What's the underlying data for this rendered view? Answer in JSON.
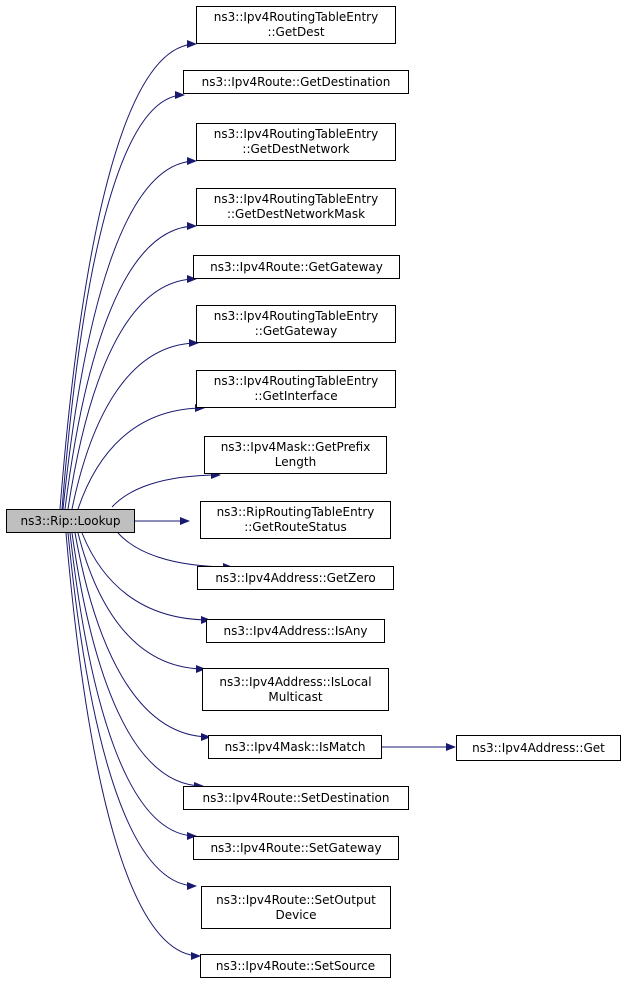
{
  "root": {
    "label": "ns3::Rip::Lookup"
  },
  "callees": [
    {
      "lines": [
        "ns3::Ipv4RoutingTableEntry",
        "::GetDest"
      ]
    },
    {
      "lines": [
        "ns3::Ipv4Route::GetDestination"
      ]
    },
    {
      "lines": [
        "ns3::Ipv4RoutingTableEntry",
        "::GetDestNetwork"
      ]
    },
    {
      "lines": [
        "ns3::Ipv4RoutingTableEntry",
        "::GetDestNetworkMask"
      ]
    },
    {
      "lines": [
        "ns3::Ipv4Route::GetGateway"
      ]
    },
    {
      "lines": [
        "ns3::Ipv4RoutingTableEntry",
        "::GetGateway"
      ]
    },
    {
      "lines": [
        "ns3::Ipv4RoutingTableEntry",
        "::GetInterface"
      ]
    },
    {
      "lines": [
        "ns3::Ipv4Mask::GetPrefix",
        "Length"
      ]
    },
    {
      "lines": [
        "ns3::RipRoutingTableEntry",
        "::GetRouteStatus"
      ]
    },
    {
      "lines": [
        "ns3::Ipv4Address::GetZero"
      ]
    },
    {
      "lines": [
        "ns3::Ipv4Address::IsAny"
      ]
    },
    {
      "lines": [
        "ns3::Ipv4Address::IsLocal",
        "Multicast"
      ]
    },
    {
      "lines": [
        "ns3::Ipv4Mask::IsMatch"
      ]
    },
    {
      "lines": [
        "ns3::Ipv4Route::SetDestination"
      ]
    },
    {
      "lines": [
        "ns3::Ipv4Route::SetGateway"
      ]
    },
    {
      "lines": [
        "ns3::Ipv4Route::SetOutput",
        "Device"
      ]
    },
    {
      "lines": [
        "ns3::Ipv4Route::SetSource"
      ]
    }
  ],
  "secondary": [
    {
      "from": "ns3::Ipv4Mask::IsMatch",
      "lines": [
        "ns3::Ipv4Address::Get"
      ]
    }
  ],
  "colors": {
    "edge": "#191970",
    "node_border": "#000000",
    "root_fill": "#bfbfbf",
    "node_fill": "#ffffff"
  }
}
